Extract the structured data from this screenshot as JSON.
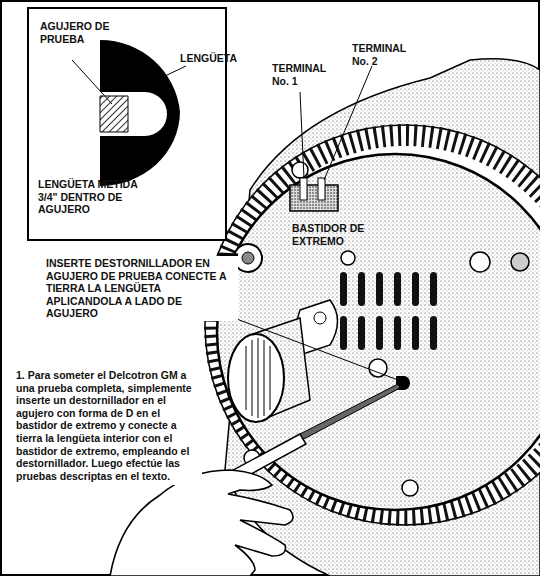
{
  "diagram": {
    "caption": "1. Para someter el Delcotron GM a una prueba completa, simplemente inserte un destornillador en el agujero con forma de D en el bastidor de extremo y conecte a tierra la lengüeta interior con el bastidor de extremo, empleando el destornillador. Luego efectúe las pruebas descriptas en el texto.",
    "labels": [
      "AGUJERO DE PRUEBA",
      "LENGÜETA",
      "LENGÜETA METIDA 3/4\" DENTRO DE AGUJERO",
      "TERMINAL No. 1",
      "TERMINAL No. 2",
      "BASTIDOR DE EXTREMO",
      "INSERTE DESTORNILLADOR EN AGUJERO DE PRUEBA CONECTE A TIERRA LA LENGÜETA APLICANDOLA A LADO DE AGUJERO"
    ]
  }
}
